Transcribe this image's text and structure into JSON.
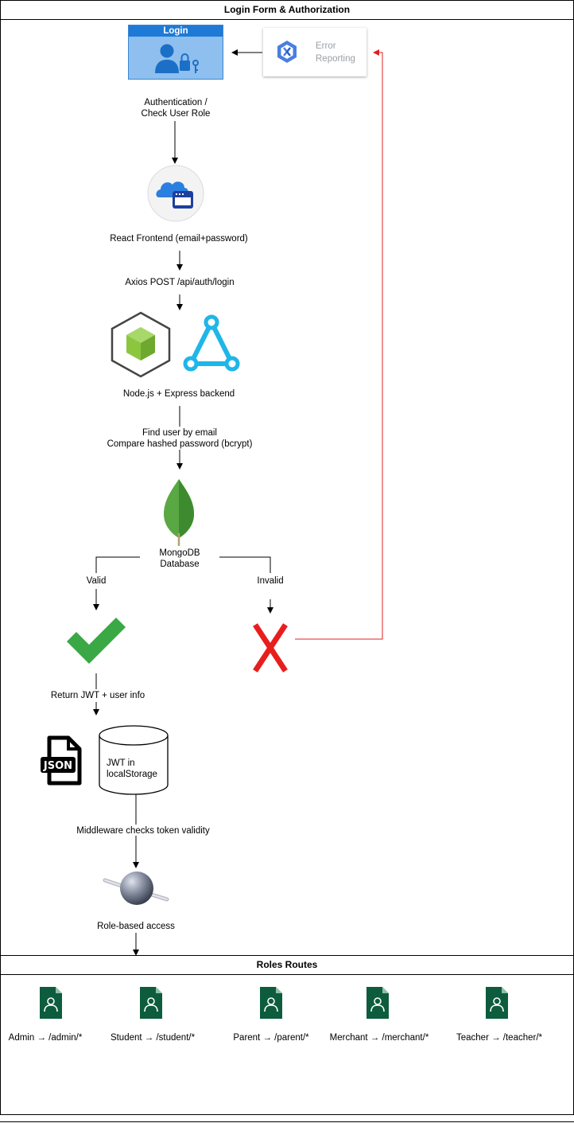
{
  "frames": {
    "top_title": "Login Form & Authorization",
    "bottom_title": "Roles Routes"
  },
  "login": {
    "title": "Login"
  },
  "error_reporting": {
    "label": "Error Reporting"
  },
  "steps": {
    "auth": "Authentication / Check User Role",
    "frontend": "React Frontend (email+password)",
    "axios": "Axios POST  /api/auth/login",
    "backend": "Node.js + Express backend",
    "find_user": "Find user by email",
    "compare": "Compare hashed password (bcrypt)",
    "mongodb": "MongoDB Database",
    "valid": "Valid",
    "invalid": "Invalid",
    "return_jwt": "Return JWT + user info",
    "json_badge": "JSON",
    "jwt_storage": "JWT in localStorage",
    "middleware": "Middleware checks token validity",
    "role_access": "Role-based access"
  },
  "roles": [
    {
      "label": "Admin → /admin/*"
    },
    {
      "label": "Student → /student/*"
    },
    {
      "label": "Parent → /parent/*"
    },
    {
      "label": "Merchant → /merchant/*"
    },
    {
      "label": "Teacher → /teacher/*"
    }
  ],
  "colors": {
    "error_line": "#e02020",
    "check": "#3aa845",
    "cross": "#e81e1e",
    "role_doc": "#0d5c3e",
    "login_header": "#1e7ad6"
  }
}
